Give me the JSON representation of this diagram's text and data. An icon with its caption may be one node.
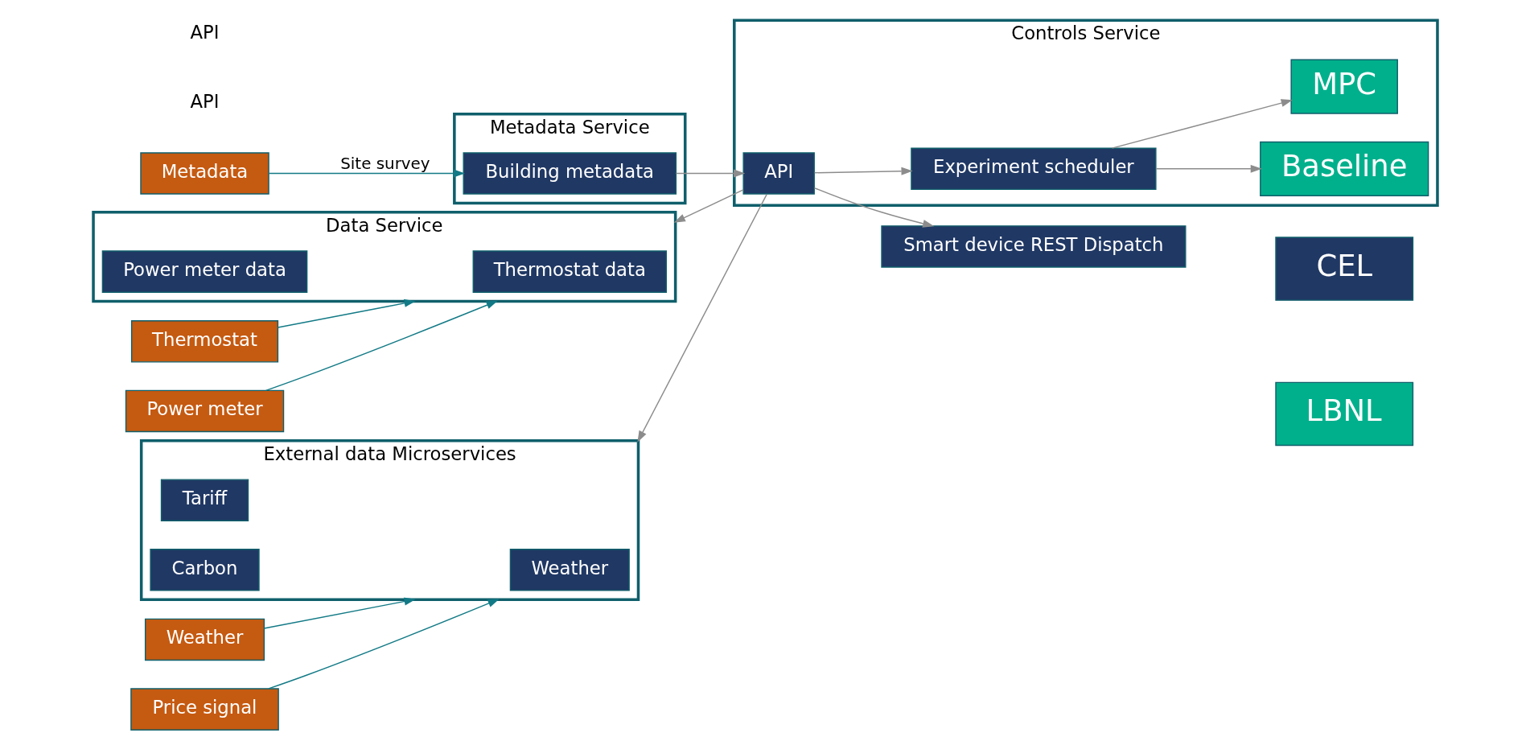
{
  "diagram": {
    "nodes": [
      {
        "text": [
          "Metadata"
        ]
      },
      {
        "text": [
          "Metadata Service"
        ]
      },
      {
        "text": [
          "Building metadata"
        ],
        "in": 1
      },
      {
        "text": [
          "Thermostat"
        ]
      },
      {
        "text": [
          "Power meter"
        ]
      },
      {
        "text": [
          "Data Service"
        ]
      },
      {
        "text": [
          "Thermostat data"
        ],
        "in": 5
      },
      {
        "text": [
          "Power meter data"
        ],
        "in": 5
      },
      {
        "text": [
          "Weather"
        ]
      },
      {
        "text": [
          "Price signal"
        ]
      },
      {
        "text": [
          "External data Microservices"
        ]
      },
      {
        "text": [
          "Weather"
        ],
        "in": 10
      },
      {
        "text": [
          "Tariff"
        ],
        "in": 10
      },
      {
        "text": [
          "Carbon"
        ],
        "in": 10
      },
      {
        "text": [
          "Controls Service"
        ]
      },
      {
        "text": [
          "API"
        ],
        "in": 14
      },
      {
        "text": [
          "Experiment scheduler"
        ],
        "in": 14
      },
      {
        "text": [
          "Baseline"
        ],
        "in": 14
      },
      {
        "text": [
          "MPC"
        ],
        "in": 14
      },
      {
        "text": [
          "Smart device REST Dispatch"
        ]
      }
    ],
    "edges": [
      {
        "from": 0,
        "to": 2,
        "arrow": "to",
        "label": "Site survey",
        "color": "#127a86"
      },
      {
        "from": 3,
        "to": 5,
        "arrow": "to",
        "color": "#127a86"
      },
      {
        "from": 4,
        "to": 5,
        "arrow": "to",
        "color": "#127a86"
      },
      {
        "from": 8,
        "to": 10,
        "arrow": "to",
        "color": "#127a86"
      },
      {
        "from": 9,
        "to": 10,
        "arrow": "to",
        "color": "#127a86"
      },
      {
        "from": 2,
        "to": 15,
        "arrow": "to"
      },
      {
        "from": 15,
        "to": 5,
        "arrow": "to"
      },
      {
        "from": 15,
        "to": 10,
        "arrow": "to"
      },
      {
        "from": 15,
        "to": 19,
        "arrow": "to"
      },
      {
        "from": 15,
        "to": 16,
        "arrow": "to"
      },
      {
        "from": 16,
        "to": 17,
        "arrow": "to"
      },
      {
        "from": 16,
        "to": 18,
        "arrow": "to"
      }
    ],
    "labels": [
      "API",
      "API"
    ],
    "legend": [
      {
        "text": "CEL",
        "color": "#203864"
      },
      {
        "text": "LBNL",
        "color": "#00b08c"
      }
    ]
  }
}
